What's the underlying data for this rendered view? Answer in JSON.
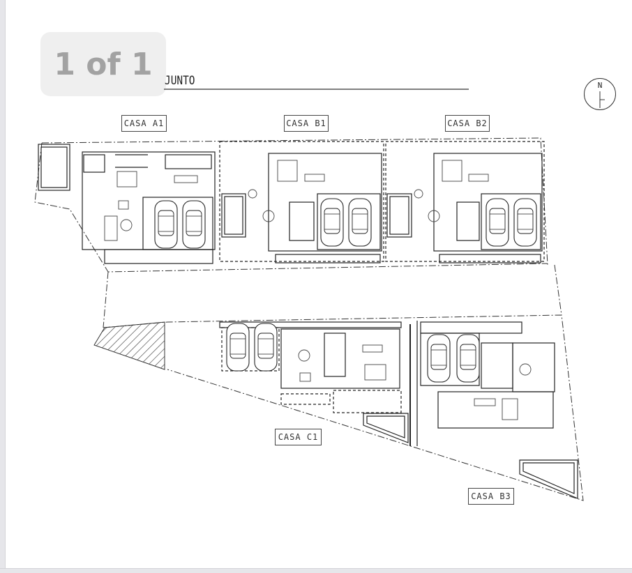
{
  "viewer": {
    "page_indicator": "1 of 1"
  },
  "drawing": {
    "title_fragment": "JUNTO",
    "north_label": "N",
    "houses": [
      {
        "label": "CASA A1"
      },
      {
        "label": "CASA B1"
      },
      {
        "label": "CASA B2"
      },
      {
        "label": "CASA C1"
      },
      {
        "label": "CASA B3"
      }
    ]
  }
}
